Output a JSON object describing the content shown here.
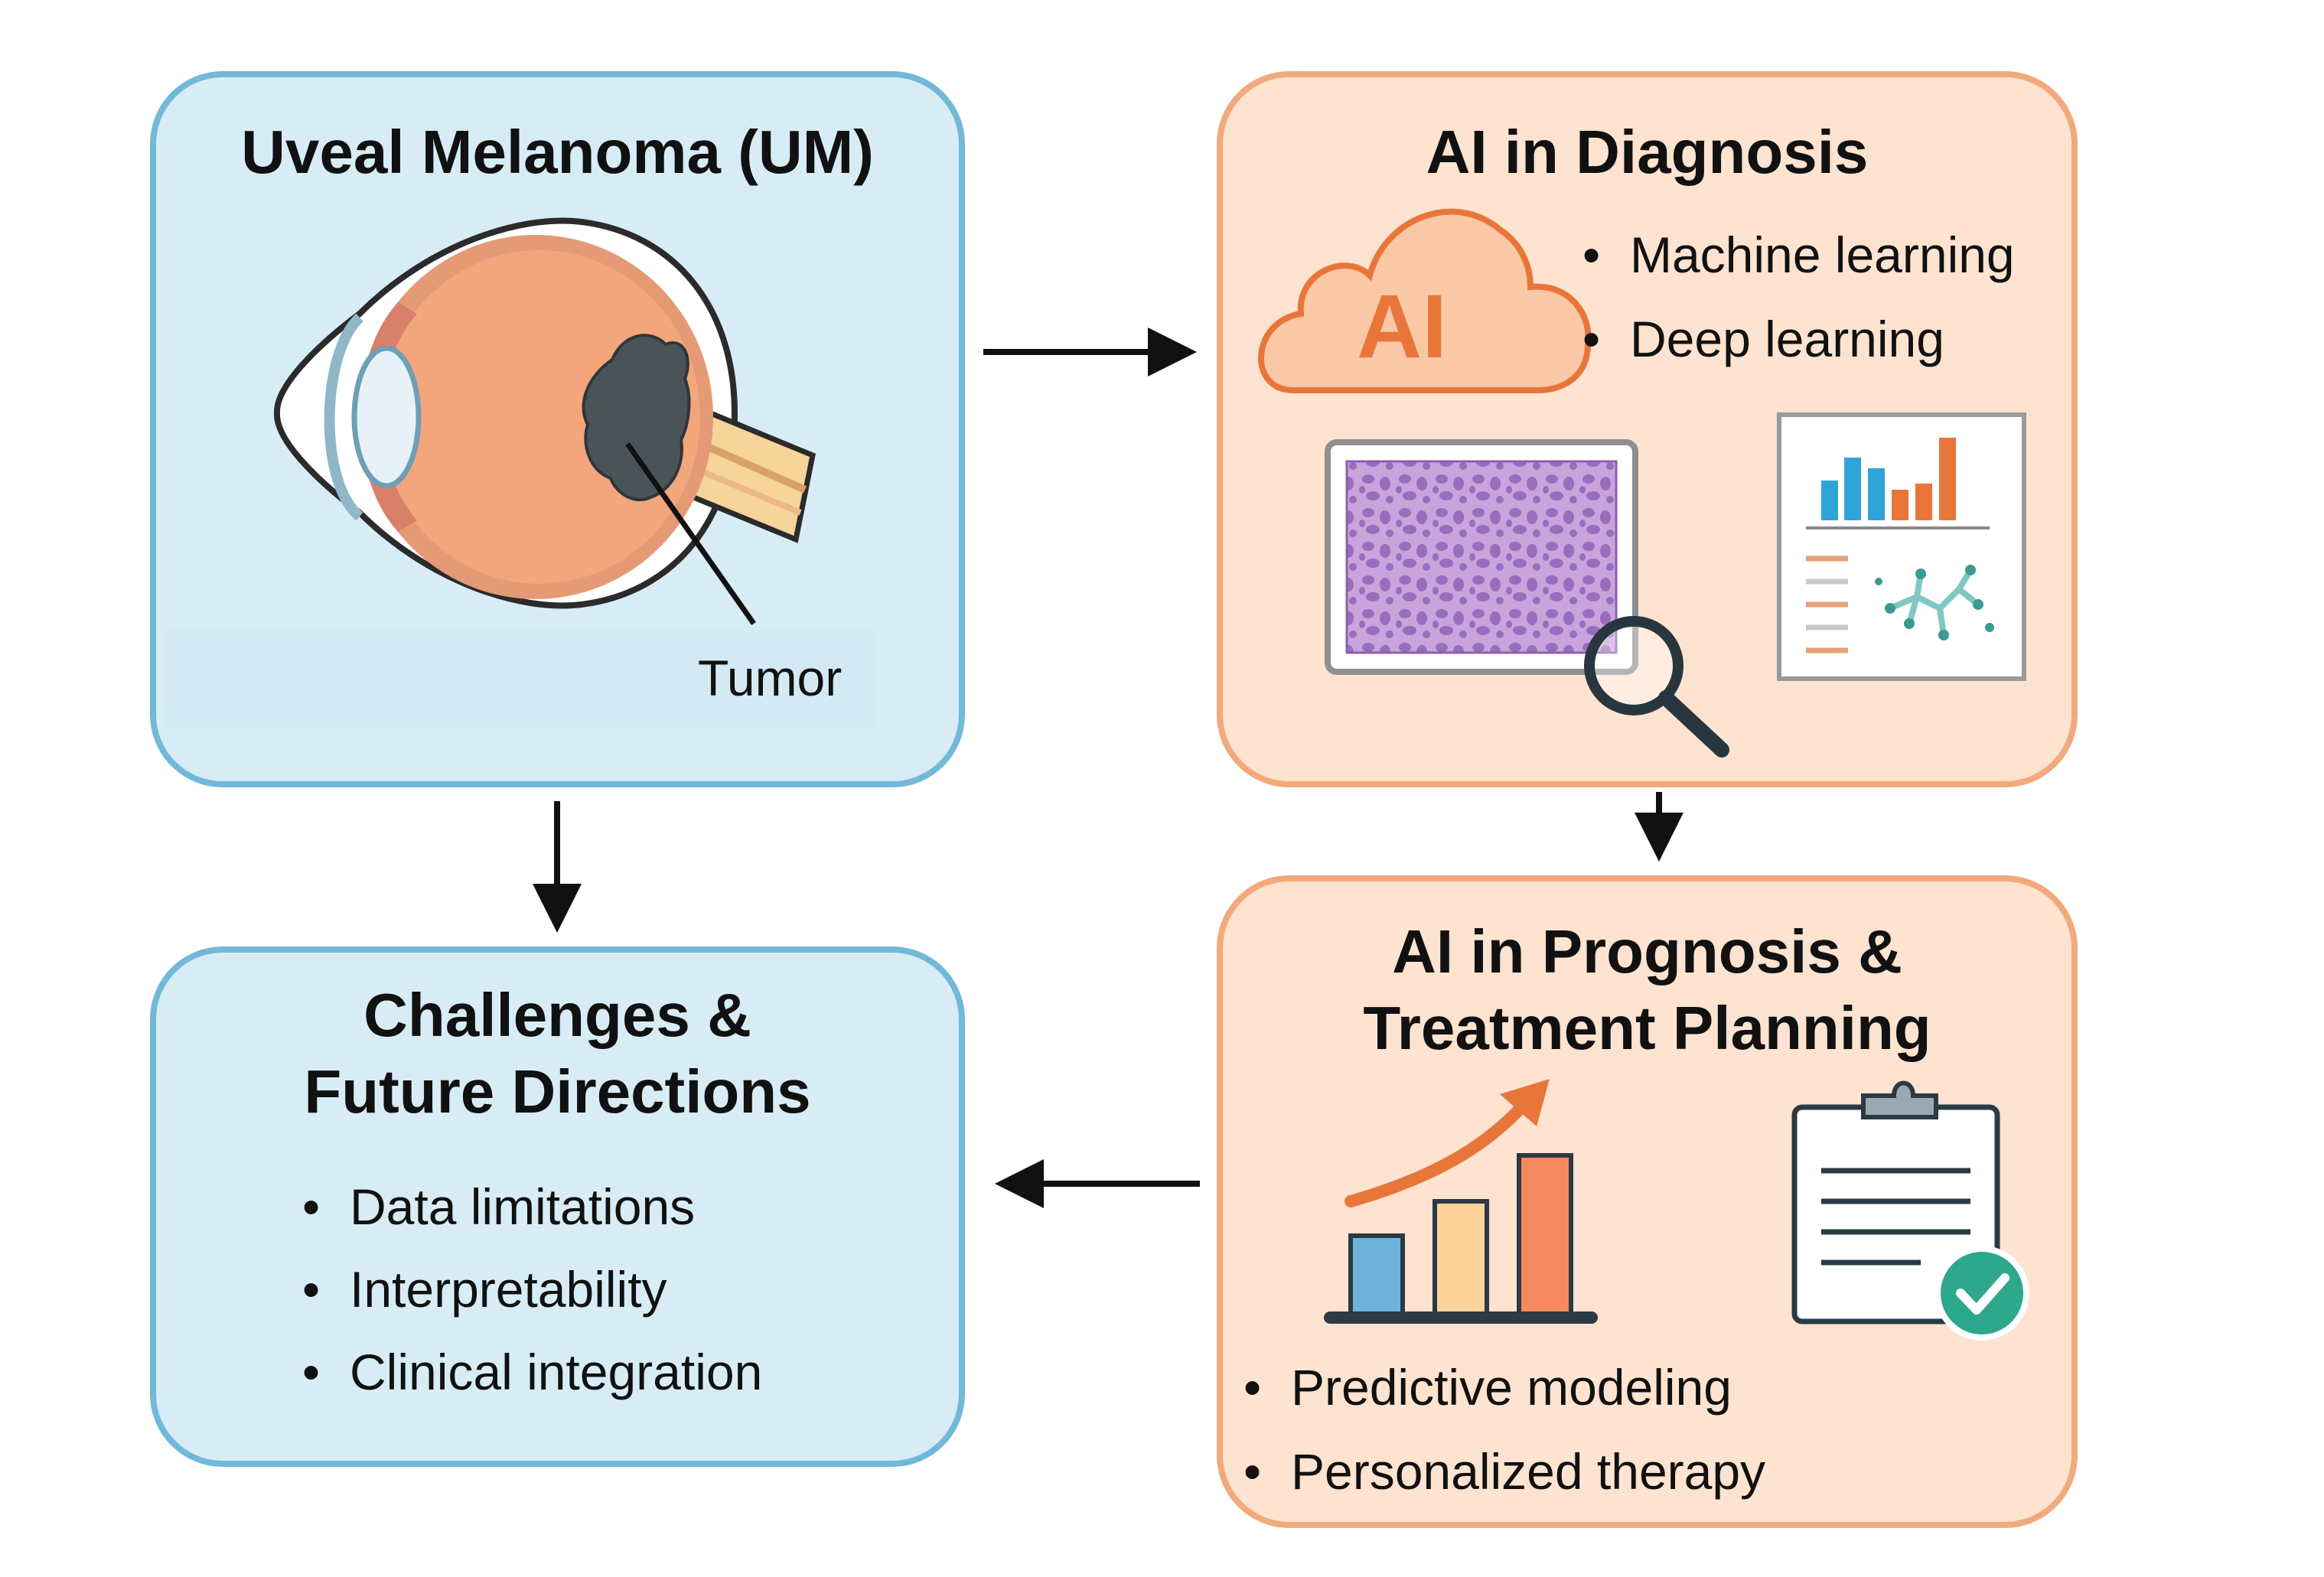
{
  "panels": {
    "um": {
      "title": "Uveal Melanoma (UM)",
      "tumor_label": "Tumor"
    },
    "diagnosis": {
      "title": "AI in Diagnosis",
      "cloud_text": "AI",
      "bullets": [
        "Machine learning",
        "Deep learning"
      ]
    },
    "prognosis": {
      "title_line1": "AI in Prognosis  &",
      "title_line2": "Treatment Planning",
      "bullets": [
        "Predictive modeling",
        "Personalized therapy"
      ]
    },
    "challenges": {
      "title_line1": "Challenges &",
      "title_line2": "Future Directions",
      "bullets": [
        "Data limitations",
        "Interpretability",
        "Clinical integration"
      ]
    }
  },
  "bullet_char": "•",
  "icons": {
    "eye": "eye-anatomy-icon",
    "cloud": "ai-cloud-icon",
    "slide": "histology-slide-icon",
    "magnifier": "magnifier-icon",
    "report": "report-chart-icon",
    "growth_chart": "growth-bar-chart-icon",
    "clipboard": "clipboard-check-icon"
  },
  "colors": {
    "blue_panel_fill": "#d8ecf6",
    "blue_panel_border": "#72b8d8",
    "peach_panel_fill": "#fde3d0",
    "peach_panel_border": "#f2a97c",
    "accent_orange": "#e8763a",
    "arrow": "#111111"
  }
}
